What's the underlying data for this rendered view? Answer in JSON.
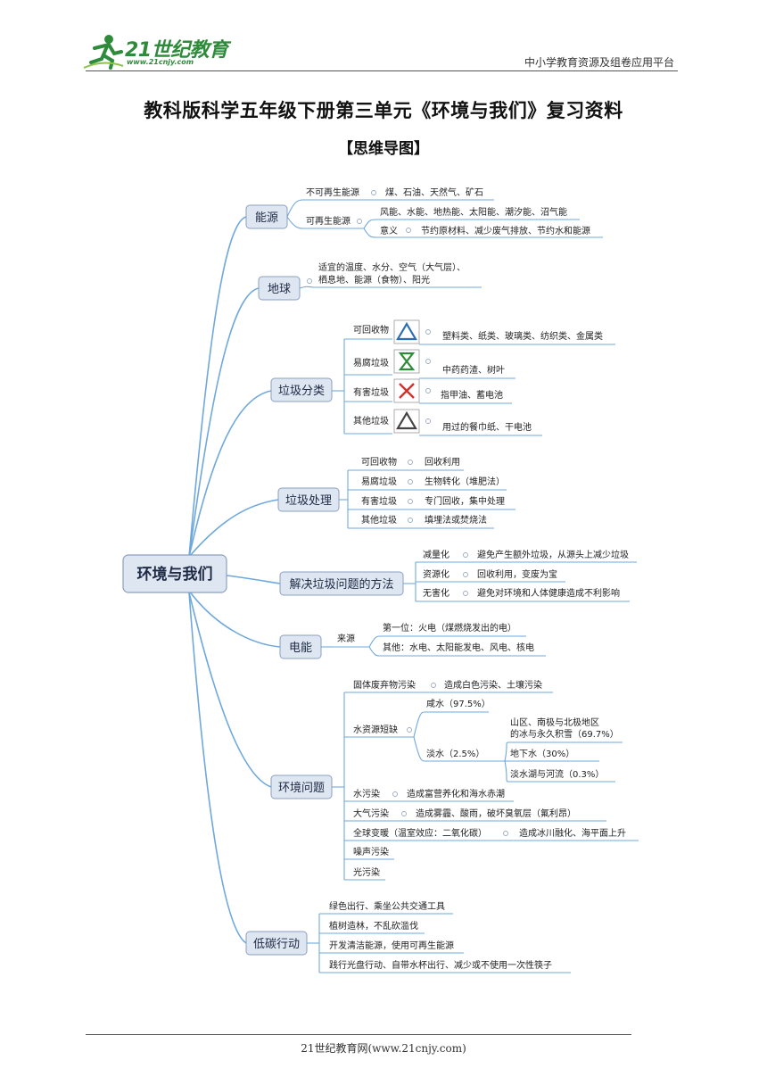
{
  "header": {
    "logo_text": "21世纪教育",
    "logo_sub": "www.21cnjy.com",
    "right_text": "中小学教育资源及组卷应用平台"
  },
  "title": "教科版科学五年级下册第三单元《环境与我们》复习资料",
  "section_title": "【思维导图】",
  "mindmap": {
    "root": "环境与我们",
    "branches": {
      "energy": {
        "label": "能源",
        "nonrenewable": "不可再生能源",
        "nonrenewable_items": "煤、石油、天然气、矿石",
        "renewable": "可再生能源",
        "renewable_items": "风能、水能、地热能、太阳能、潮汐能、沼气能",
        "meaning": "意义",
        "meaning_items": "节约原材料、减少废气排放、节约水和能源"
      },
      "earth": {
        "label": "地球",
        "line1": "适宜的温度、水分、空气（大气层）、",
        "line2": "栖息地、能源（食物）、阳光"
      },
      "sorting": {
        "label": "垃圾分类",
        "items": [
          {
            "name": "可回收物",
            "examples": "塑料类、纸类、玻璃类、纺织类、金属类"
          },
          {
            "name": "易腐垃圾",
            "examples": "中药药渣、树叶"
          },
          {
            "name": "有害垃圾",
            "examples": "指甲油、蓄电池"
          },
          {
            "name": "其他垃圾",
            "examples": "用过的餐巾纸、干电池"
          }
        ]
      },
      "treatment": {
        "label": "垃圾处理",
        "items": [
          {
            "name": "可回收物",
            "method": "回收利用"
          },
          {
            "name": "易腐垃圾",
            "method": "生物转化（堆肥法）"
          },
          {
            "name": "有害垃圾",
            "method": "专门回收，集中处理"
          },
          {
            "name": "其他垃圾",
            "method": "填埋法或焚烧法"
          }
        ]
      },
      "methods": {
        "label": "解决垃圾问题的方法",
        "items": [
          {
            "name": "减量化",
            "desc": "避免产生额外垃圾，从源头上减少垃圾"
          },
          {
            "name": "资源化",
            "desc": "回收利用，变废为宝"
          },
          {
            "name": "无害化",
            "desc": "避免对环境和人体健康造成不利影响"
          }
        ]
      },
      "electricity": {
        "label": "电能",
        "source": "来源",
        "first": "第一位：火电（煤燃烧发出的电）",
        "others": "其他：水电、太阳能发电、风电、核电"
      },
      "problems": {
        "label": "环境问题",
        "solid": "固体废弃物污染",
        "solid_effect": "造成白色污染、土壤污染",
        "water_short": "水资源短缺",
        "salt_water": "咸水（97.5%）",
        "fresh_water": "淡水（2.5%）",
        "ice_line1": "山区、南极与北极地区",
        "ice_line2": "的冰与永久积雪（69.7%）",
        "groundwater": "地下水（30%）",
        "lakes": "淡水湖与河流（0.3%）",
        "water_pollution": "水污染",
        "water_pollution_effect": "造成富营养化和海水赤潮",
        "air_pollution": "大气污染",
        "air_pollution_effect": "造成雾霾、酸雨，破坏臭氧层（氟利昂）",
        "warming": "全球变暖（温室效应：二氧化碳）",
        "warming_effect": "造成冰川融化、海平面上升",
        "noise": "噪声污染",
        "light": "光污染"
      },
      "lowcarbon": {
        "label": "低碳行动",
        "items": [
          "绿色出行、乘坐公共交通工具",
          "植树造林，不乱砍滥伐",
          "开发清洁能源，使用可再生能源",
          "践行光盘行动、自带水杯出行、减少或不使用一次性筷子"
        ]
      }
    }
  },
  "footer": "21世纪教育网(www.21cnjy.com)",
  "colors": {
    "branch_line": "#6fa8dc",
    "node_fill": "#dde6f1",
    "node_border": "#8aa0c0",
    "logo_green": "#2e8b3a"
  }
}
